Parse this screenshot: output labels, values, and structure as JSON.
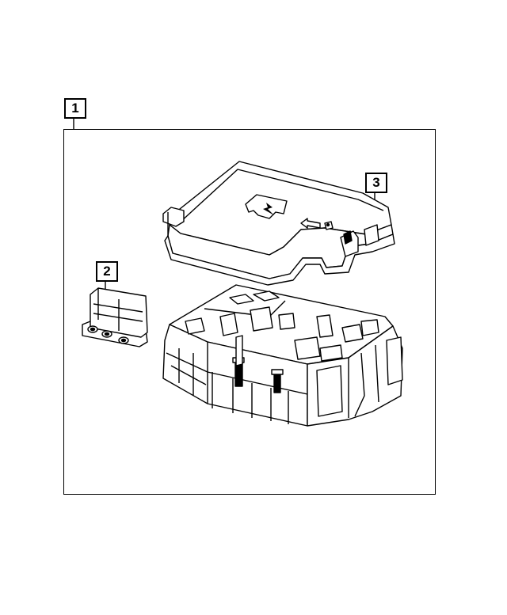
{
  "callouts": {
    "assembly": "1",
    "bracket": "2",
    "cover": "3"
  },
  "colors": {
    "line": "#000000",
    "background": "#ffffff"
  }
}
